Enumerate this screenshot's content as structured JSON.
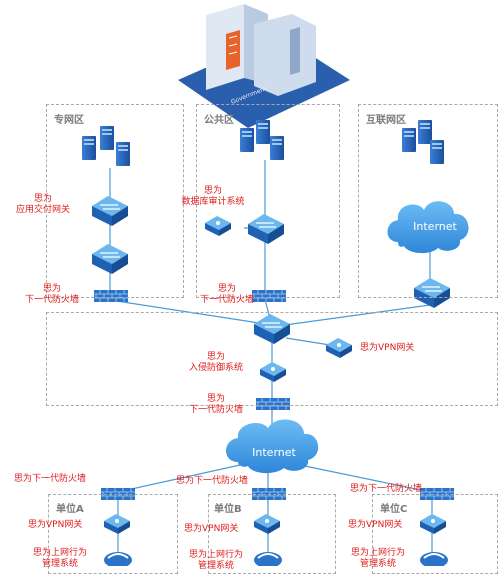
{
  "zones": {
    "private": "专网区",
    "public": "公共区",
    "internet": "互联网区"
  },
  "building_caption": "Government",
  "clouds": {
    "top": "Internet",
    "middle": "Internet"
  },
  "labels": {
    "adc_brand": "思为",
    "adc_name": "应用交付网关",
    "dbaudit_brand": "思为",
    "dbaudit_name": "数据库审计系统",
    "fw1_brand": "思为",
    "fw1_name": "下一代防火墙",
    "fw2_brand": "思为",
    "fw2_name": "下一代防火墙",
    "vpn_core": "思为VPN网关",
    "ips_brand": "思为",
    "ips_name": "入侵防御系统",
    "fw_core_brand": "思为",
    "fw_core_name": "下一代防火墙",
    "fw_a": "思为下一代防火墙",
    "fw_b": "思为下一代防火墙",
    "fw_c": "思为下一代防火墙",
    "unit_a": "单位A",
    "unit_b": "单位B",
    "unit_c": "单位C",
    "vpn_a": "思为VPN网关",
    "vpn_b": "思为VPN网关",
    "vpn_c": "思为VPN网关",
    "beh_a1": "思为上网行为",
    "beh_a2": "管理系统",
    "beh_b1": "思为上网行为",
    "beh_b2": "管理系统",
    "beh_c1": "思为上网行为",
    "beh_c2": "管理系统"
  },
  "colors": {
    "line": "#4a9bd6",
    "device": "#1e6fc0",
    "device_top": "#4aa0e8",
    "server": "#2b66c4",
    "cloud": "#3d93e0",
    "label_red": "#e01b1b",
    "building": "#2d6fc2"
  }
}
